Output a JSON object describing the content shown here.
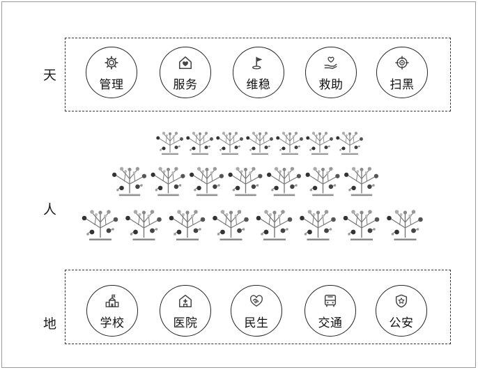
{
  "labels": {
    "top": "天",
    "middle": "人",
    "bottom": "地"
  },
  "sky": {
    "items": [
      {
        "label": "管理",
        "icon": "gear-icon"
      },
      {
        "label": "服务",
        "icon": "house-heart-icon"
      },
      {
        "label": "维稳",
        "icon": "flag-icon"
      },
      {
        "label": "救助",
        "icon": "hand-heart-icon"
      },
      {
        "label": "扫黑",
        "icon": "target-icon"
      }
    ]
  },
  "ground": {
    "items": [
      {
        "label": "学校",
        "icon": "school-icon"
      },
      {
        "label": "医院",
        "icon": "hospital-icon"
      },
      {
        "label": "民生",
        "icon": "handshake-heart-icon"
      },
      {
        "label": "交通",
        "icon": "bus-icon"
      },
      {
        "label": "公安",
        "icon": "police-badge-icon"
      }
    ]
  },
  "people": {
    "row_counts": [
      7,
      7,
      8
    ],
    "icon": "person-tree-icon"
  },
  "colors": {
    "line": "#222222",
    "tree": "#777777",
    "frame": "#9a9a9a"
  }
}
